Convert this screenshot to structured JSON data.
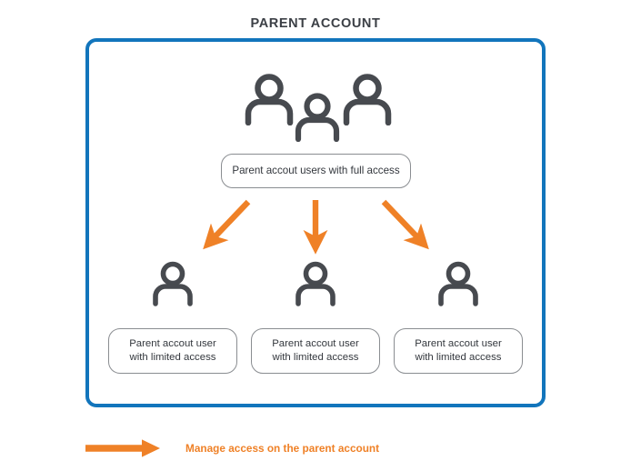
{
  "title": "PARENT ACCOUNT",
  "colors": {
    "frame_blue": "#1275bc",
    "arrow_orange": "#ef8127",
    "icon_charcoal": "#474a4f",
    "box_border_gray": "#8a8d91",
    "text_dark": "#33373d",
    "background": "#ffffff"
  },
  "frame": {
    "name": "parent-account-frame"
  },
  "top_group": {
    "icon_name": "users-group-icon",
    "icon_count": 3,
    "label": "Parent accout users with full access"
  },
  "arrows": [
    {
      "name": "arrow-to-child-1",
      "direction": "down-left"
    },
    {
      "name": "arrow-to-child-2",
      "direction": "down"
    },
    {
      "name": "arrow-to-child-3",
      "direction": "down-right"
    }
  ],
  "children": [
    {
      "icon_name": "person-icon",
      "line1": "Parent accout user",
      "line2": "with limited access"
    },
    {
      "icon_name": "person-icon",
      "line1": "Parent accout user",
      "line2": "with limited access"
    },
    {
      "icon_name": "person-icon",
      "line1": "Parent accout user",
      "line2": "with limited access"
    }
  ],
  "legend": {
    "arrow_icon_name": "right-arrow-icon",
    "label": "Manage access on the parent account"
  }
}
